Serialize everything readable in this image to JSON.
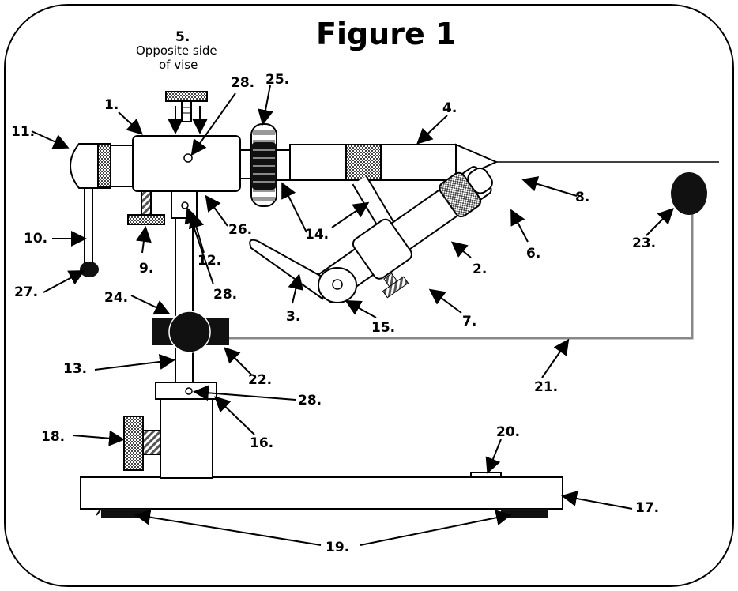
{
  "title": "Figure 1",
  "caption_5": [
    "Opposite side",
    "of vise"
  ],
  "colors": {
    "stroke": "#000000",
    "knurl": "#9a9a9a",
    "rod_grey": "#888888",
    "base_fill": "#ffffff"
  },
  "labels": {
    "n1": "1.",
    "n2": "2.",
    "n3": "3.",
    "n4": "4.",
    "n5": "5.",
    "n6": "6.",
    "n7": "7.",
    "n8": "8.",
    "n9": "9.",
    "n10": "10.",
    "n11": "11.",
    "n12": "12.",
    "n13": "13.",
    "n14": "14.",
    "n15": "15.",
    "n16": "16.",
    "n17": "17.",
    "n18": "18.",
    "n19": "19.",
    "n20": "20.",
    "n21": "21.",
    "n22": "22.",
    "n23": "23.",
    "n24": "24.",
    "n25": "25.",
    "n26": "26.",
    "n27": "27.",
    "n28a": "28.",
    "n28b": "28.",
    "n28c": "28."
  }
}
